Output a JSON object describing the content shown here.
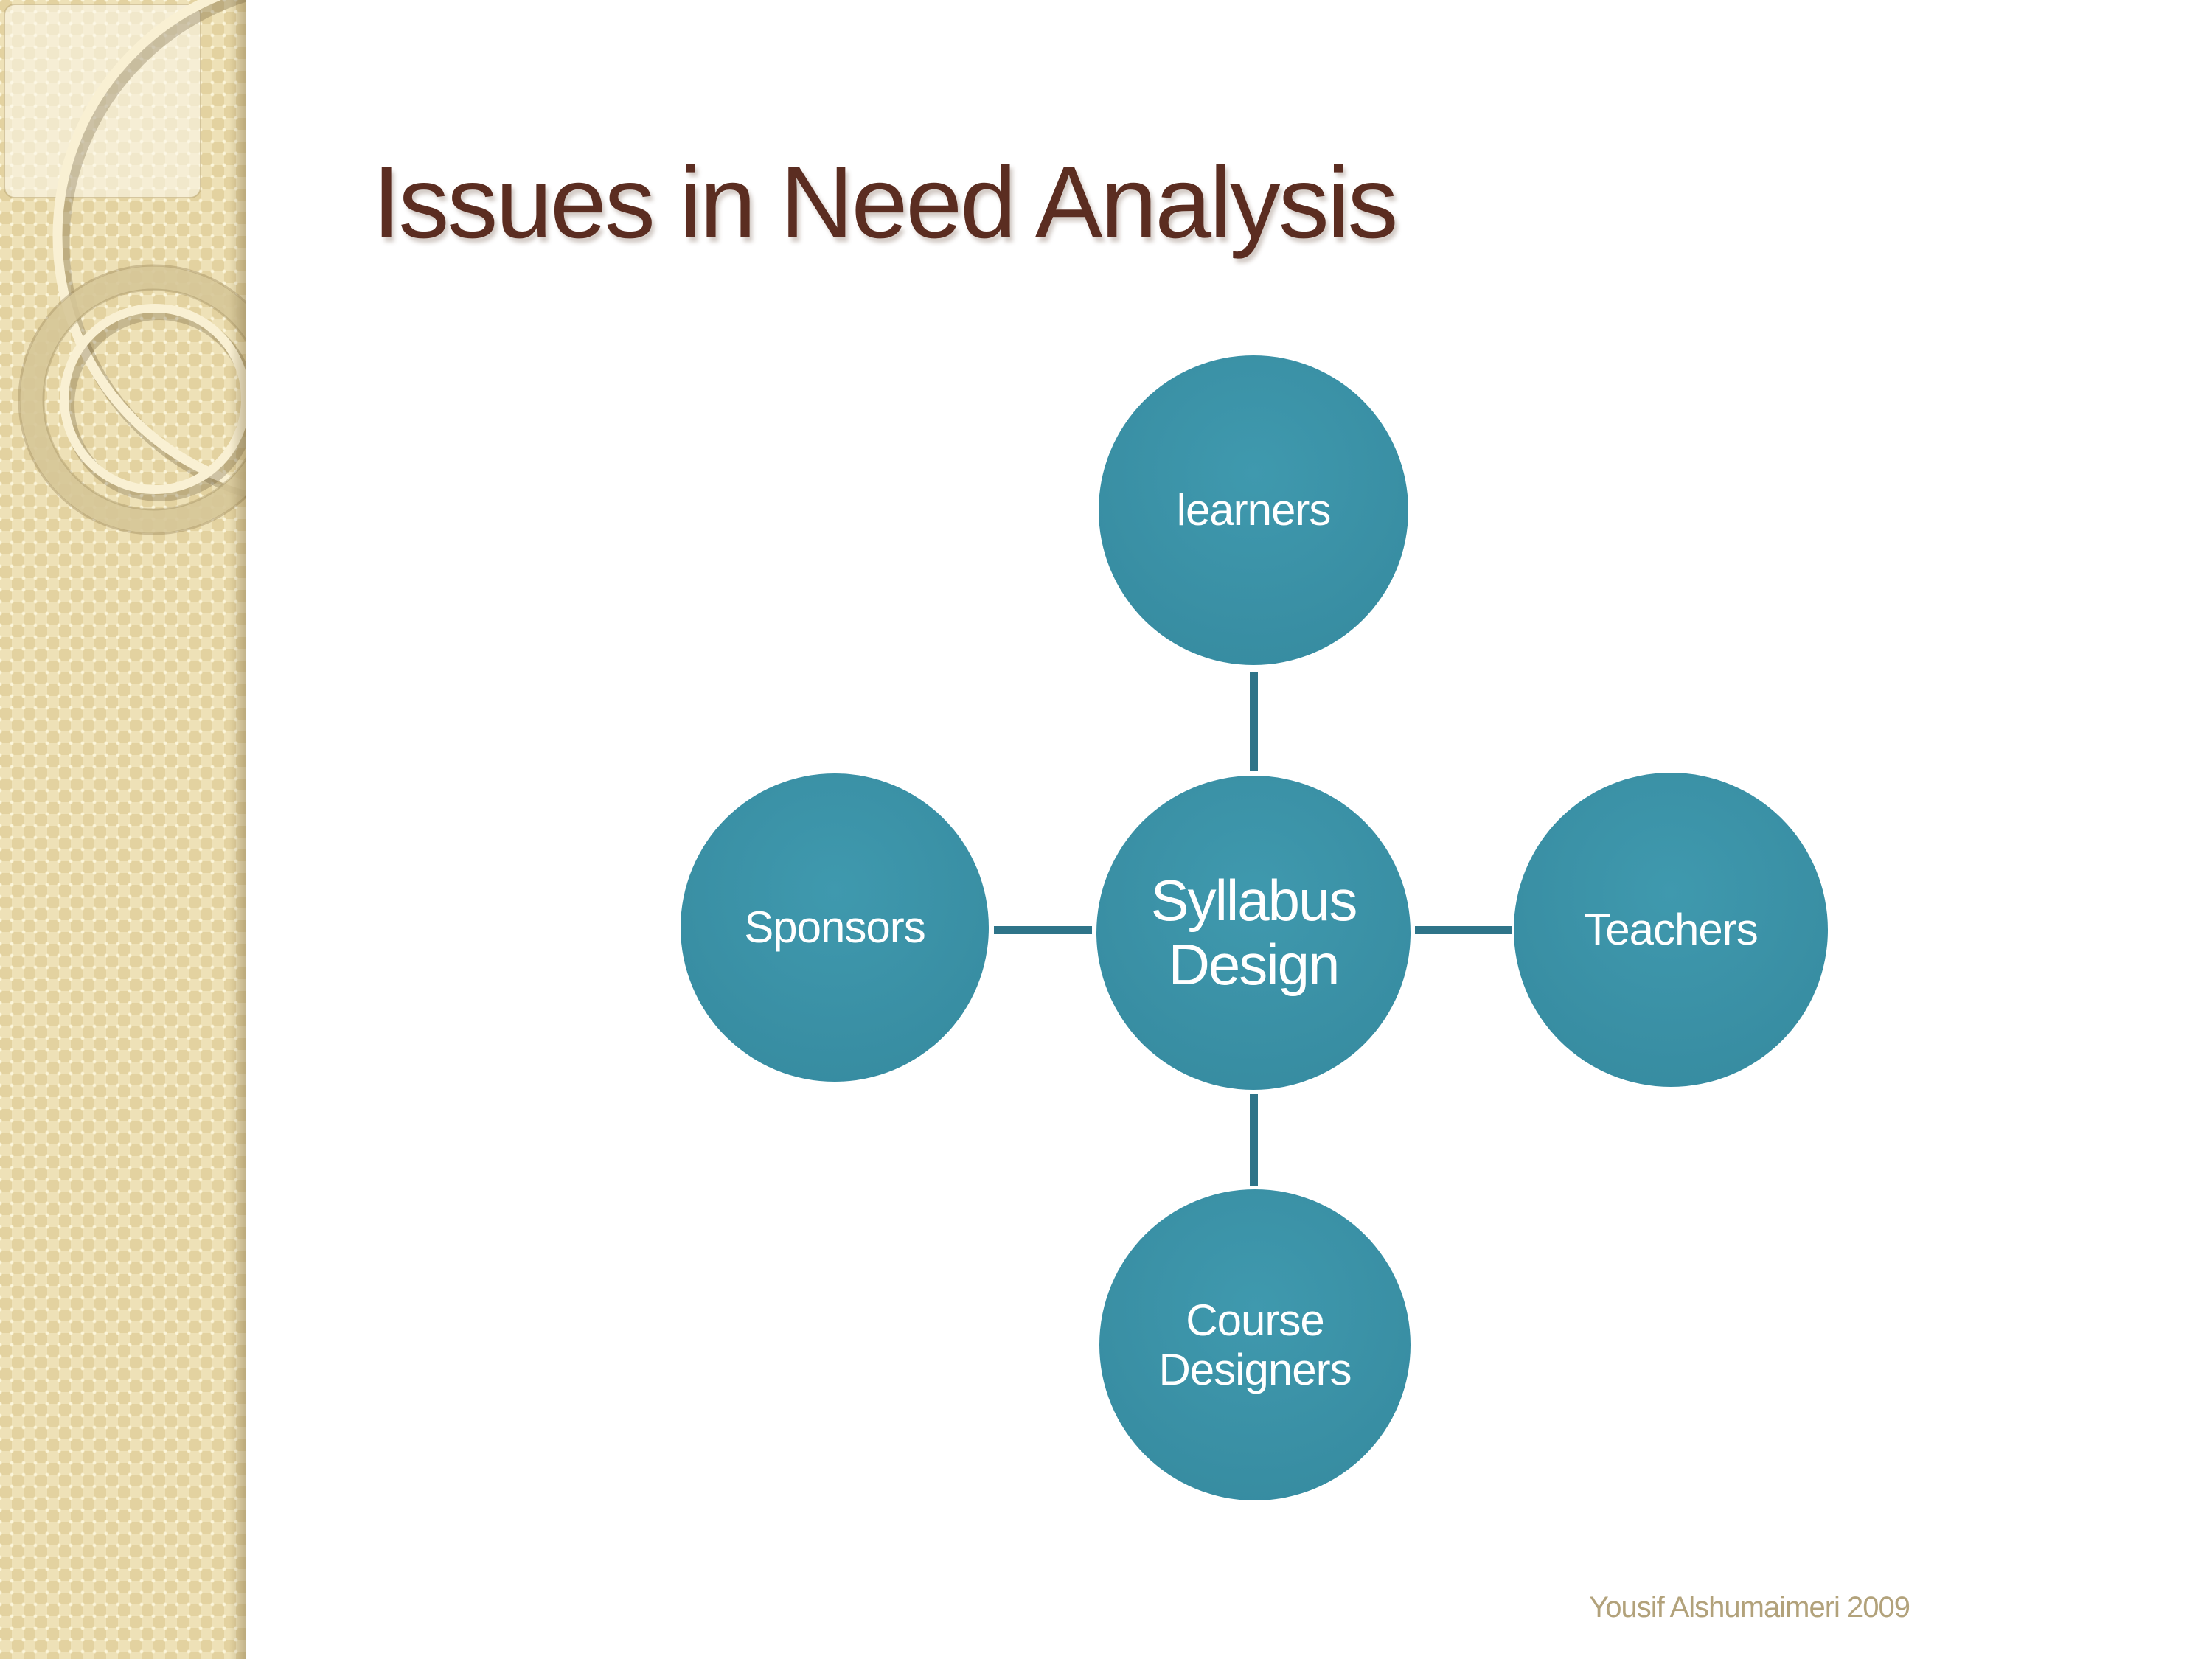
{
  "slide": {
    "title": "Issues in Need Analysis",
    "footer": "Yousif Alshumaimeri 2009",
    "colors": {
      "node_fill": "#3A90A5",
      "connector": "#2E7489",
      "title_text": "#5B2D21",
      "footer_text": "#B2A27B",
      "sidebar_base": "#E9D9A9",
      "sidebar_ring_cream": "#F9F0D3",
      "sidebar_ring_tan": "#D6C798"
    },
    "diagram": {
      "type": "radial",
      "center": {
        "label": "Syllabus\nDesign"
      },
      "satellites": [
        {
          "position": "top",
          "label": "learners"
        },
        {
          "position": "right",
          "label": "Teachers"
        },
        {
          "position": "bottom",
          "label": "Course\nDesigners"
        },
        {
          "position": "left",
          "label": "Sponsors"
        }
      ]
    }
  }
}
